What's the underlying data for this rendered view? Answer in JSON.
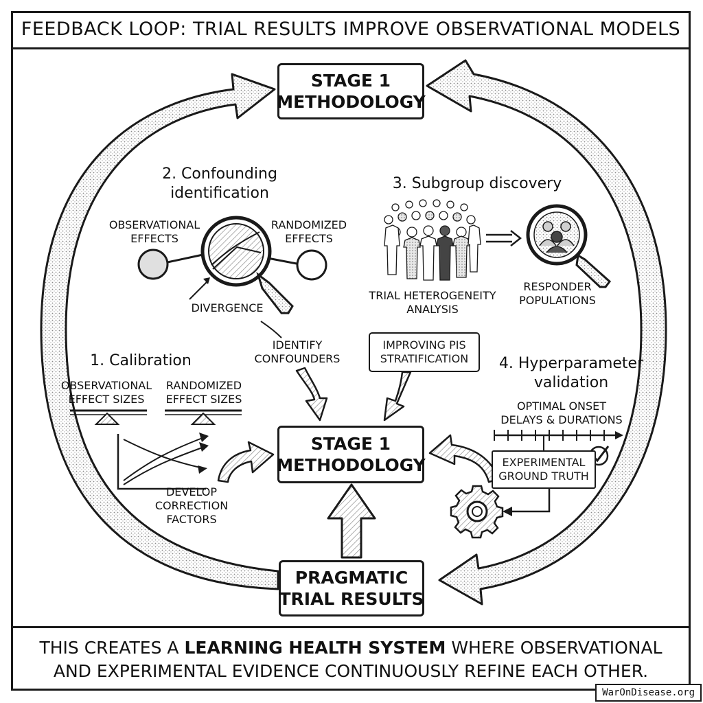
{
  "title": "FEEDBACK LOOP: TRIAL RESULTS IMPROVE OBSERVATIONAL MODELS",
  "top_box": {
    "line1": "STAGE 1",
    "line2": "METHODOLOGY"
  },
  "center_box": {
    "line1": "STAGE 1",
    "line2": "METHODOLOGY"
  },
  "bottom_box": {
    "line1": "PRAGMATIC",
    "line2": "TRIAL RESULTS"
  },
  "confounding": {
    "heading1": "2. Confounding",
    "heading2": "identification",
    "obs_line1": "OBSERVATIONAL",
    "obs_line2": "EFFECTS",
    "rand_line1": "RANDOMIZED",
    "rand_line2": "EFFECTS",
    "divergence": "DIVERGENCE",
    "identify_line1": "IDENTIFY",
    "identify_line2": "CONFOUNDERS"
  },
  "subgroup": {
    "heading": "3. Subgroup discovery",
    "trial_line1": "TRIAL HETEROGENEITY",
    "trial_line2": "ANALYSIS",
    "responder_line1": "RESPONDER",
    "responder_line2": "POPULATIONS",
    "improving_line1": "IMPROVING PIS",
    "improving_line2": "STRATIFICATION"
  },
  "calibration": {
    "heading": "1. Calibration",
    "obs_line1": "OBSERVATIONAL",
    "obs_line2": "EFFECT SIZES",
    "rand_line1": "RANDOMIZED",
    "rand_line2": "EFFECT SIZES",
    "develop_line1": "DEVELOP",
    "develop_line2": "CORRECTION",
    "develop_line3": "FACTORS"
  },
  "hyperparameter": {
    "heading1": "4. Hyperparameter",
    "heading2": "validation",
    "optimal_line1": "OPTIMAL ONSET",
    "optimal_line2": "DELAYS & DURATIONS",
    "ground_line1": "EXPERIMENTAL",
    "ground_line2": "GROUND TRUTH"
  },
  "footer": {
    "line1_pre": "THIS CREATES A ",
    "line1_bold": "LEARNING HEALTH SYSTEM",
    "line1_post": " WHERE OBSERVATIONAL",
    "line2": "AND EXPERIMENTAL EVIDENCE CONTINUOUSLY REFINE EACH OTHER."
  },
  "badge": "WarOnDisease.org",
  "icons": [
    "magnifier-icon",
    "crowd-icon",
    "responder-magnifier-icon",
    "balance-scale-icon",
    "trend-chart-icon",
    "gear-icon",
    "checkmark-icon",
    "timeline-icon"
  ],
  "colors": {
    "ink": "#1a1a1a",
    "paper": "#ffffff",
    "hatch": "#9a9a9a"
  }
}
